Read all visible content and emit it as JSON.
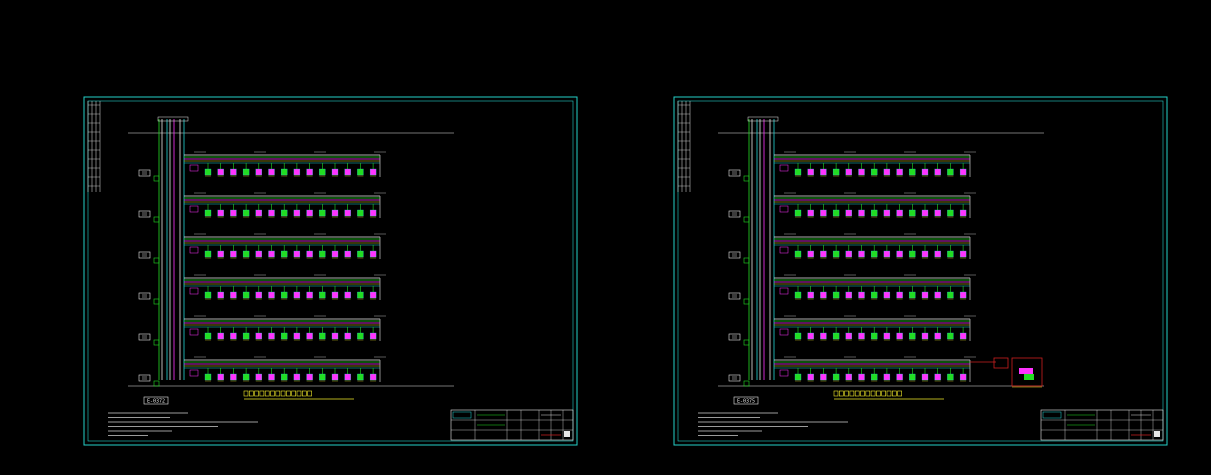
{
  "colors": {
    "background": "#000000",
    "frame": "#25d0c8",
    "riser": "#e8e8e8",
    "branch_green": "#22dd22",
    "branch_magenta": "#ff33ff",
    "branch_yellow": "#e8e020",
    "branch_cyan": "#22d6d6",
    "branch_white": "#dddddd",
    "title_yellow": "#f2ea28",
    "highlight_red": "#cc2020",
    "note_text": "#cfcfcf"
  },
  "sheets": [
    {
      "name": "left-sheet",
      "floors": 6,
      "fixtures_per_floor": 14,
      "stamp_label": "E-0372",
      "title": "",
      "has_equipment_detail": false
    },
    {
      "name": "right-sheet",
      "floors": 6,
      "fixtures_per_floor": 14,
      "stamp_label": "E-0375",
      "title": "",
      "has_equipment_detail": true
    }
  ],
  "icons": {
    "fixture": "fixture-icon",
    "floor_tag": "floor-tag-icon",
    "equipment": "equipment-icon"
  }
}
